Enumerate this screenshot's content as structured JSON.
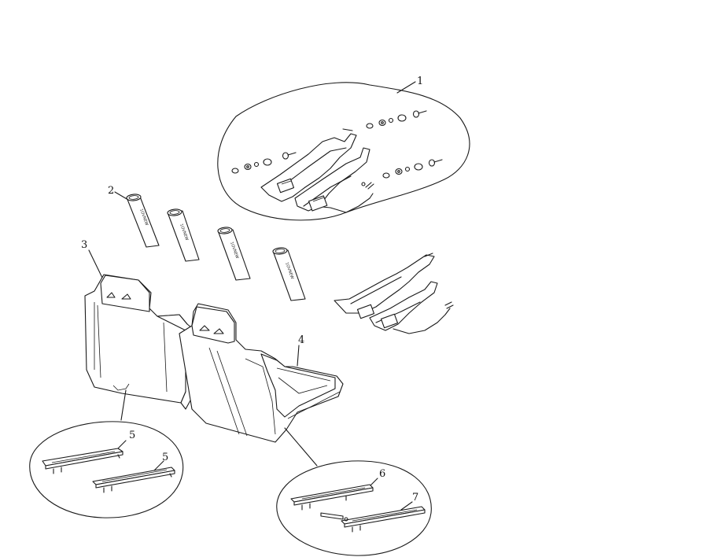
{
  "callouts": {
    "c1": "1",
    "c2": "2",
    "c3": "3",
    "c4": "4",
    "c5a": "5",
    "c5b": "5",
    "c6": "6",
    "c7": "7"
  },
  "pad_text": "1OVNEW"
}
